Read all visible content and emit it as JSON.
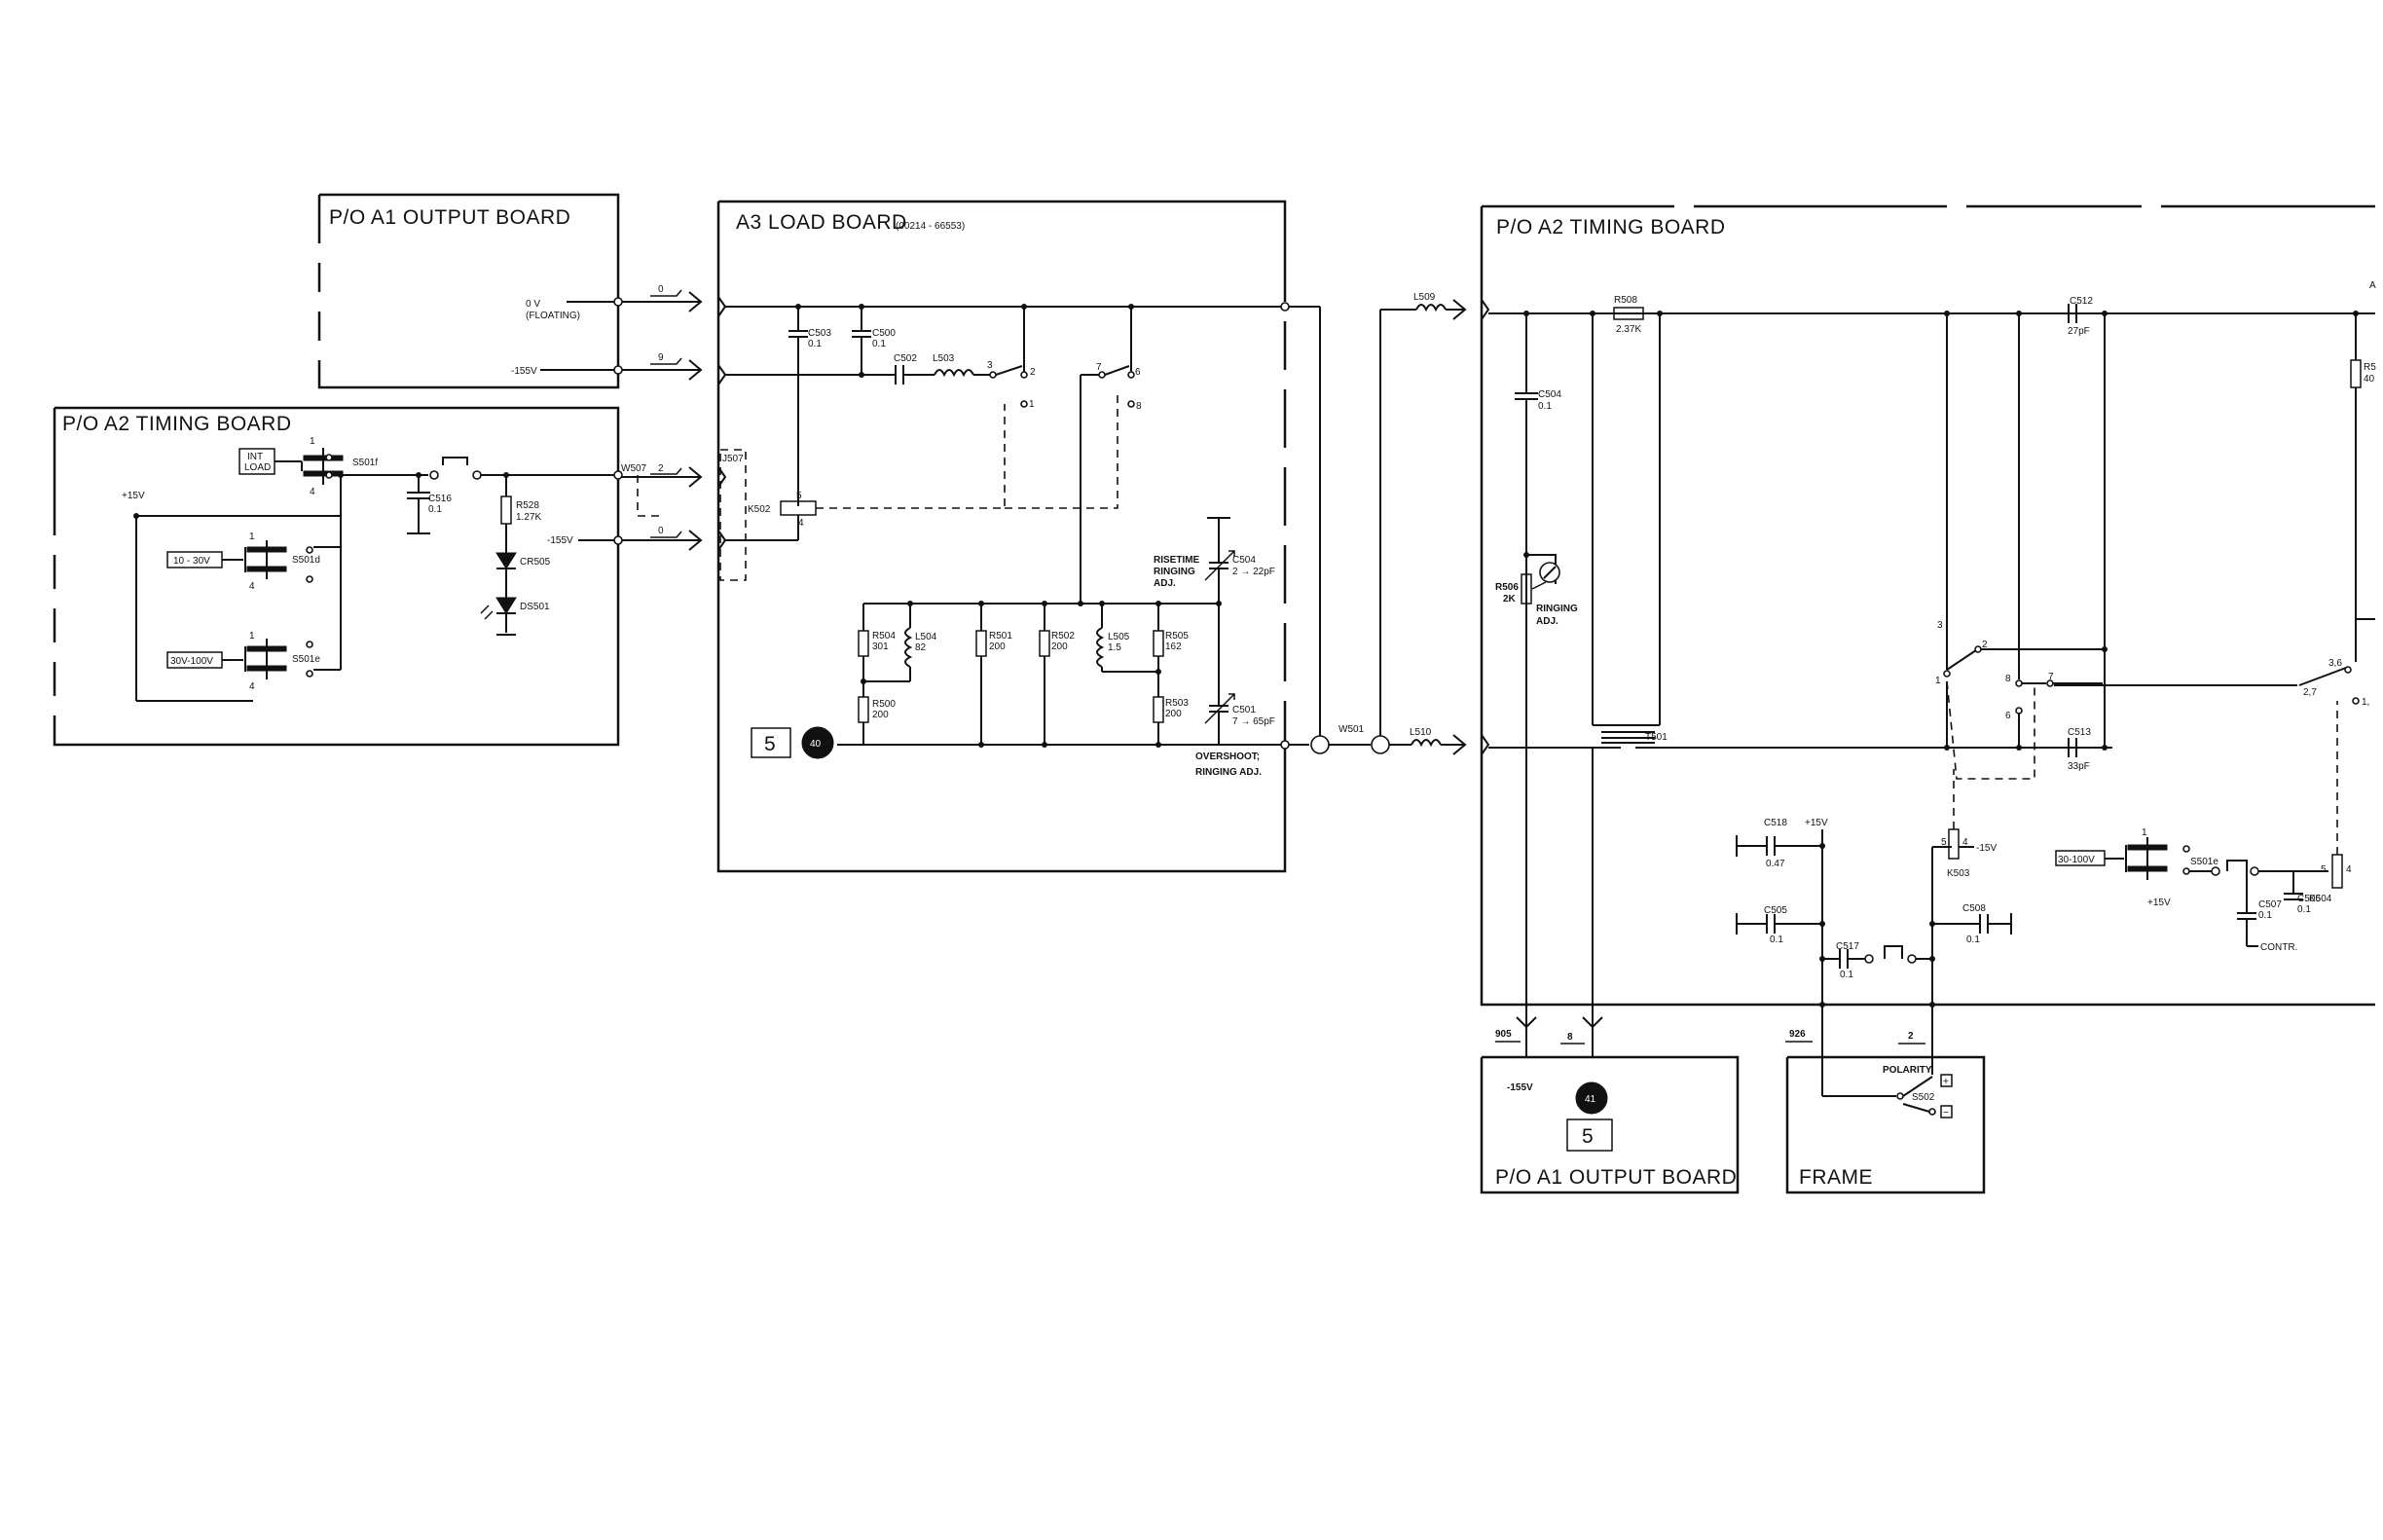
{
  "boards": {
    "a1_top": "P/O  A1  OUTPUT  BOARD",
    "a2_left": "P/O  A2  TIMING  BOARD",
    "a3": "A3  LOAD  BOARD",
    "a3_part": "(00214 - 66553)",
    "a2_right": "P/O  A2  TIMING  BOARD",
    "a1_bottom": "P/O  A1  OUTPUT  BOARD",
    "frame": "FRAME"
  },
  "a1_top": {
    "ov": "0 V",
    "floating": "(FLOATING)",
    "m155": "-155V",
    "w0": "0",
    "w9": "9"
  },
  "a2_left": {
    "int": "INT",
    "load": "LOAD",
    "s501f": "S501f",
    "p15": "+15V",
    "r1030": "10 - 30V",
    "s501d": "S501d",
    "r30100": "30V-100V",
    "s501e": "S501e",
    "c516": "C516",
    "c516v": "0.1",
    "r528": "R528",
    "r528v": "1.27K",
    "cr505": "CR505",
    "ds501": "DS501",
    "w507": "W507",
    "w507n": "2",
    "m155": "-155V",
    "w0": "0",
    "p1": "1",
    "p4": "4"
  },
  "a3": {
    "c503": "C503",
    "c503v": "0.1",
    "c500": "C500",
    "c500v": "0.1",
    "c502": "C502",
    "l503": "L503",
    "j507": "J507",
    "k502": "K502",
    "risetime1": "RISETIME",
    "risetime2": "RINGING",
    "risetime3": "ADJ.",
    "c504": "C504",
    "c504v": "2 → 22pF",
    "r504": "R504",
    "r504v": "301",
    "l504": "L504",
    "l504v": "82",
    "r501": "R501",
    "r501v": "200",
    "r502": "R502",
    "r502v": "200",
    "l505": "L505",
    "l505v": "1.5",
    "r505": "R505",
    "r505v": "162",
    "r500": "R500",
    "r500v": "200",
    "r503": "R503",
    "r503v": "200",
    "c501": "C501",
    "c501v": "7 → 65pF",
    "overshoot1": "OVERSHOOT;",
    "overshoot2": "RINGING ADJ.",
    "box_n": "5",
    "circle_n": "40",
    "p3": "3",
    "p2": "2",
    "p1": "1",
    "p7": "7",
    "p6": "6",
    "p8": "8",
    "p5": "5",
    "p4": "4"
  },
  "mid": {
    "l509": "L509",
    "w501": "W501",
    "l510": "L510"
  },
  "a2_right": {
    "r508": "R508",
    "r508v": "2.37K",
    "c512": "C512",
    "c512v": "27pF",
    "c504": "C504",
    "c504v": "0.1",
    "r506": "R506",
    "r506v": "2K",
    "ringing1": "RINGING",
    "ringing2": "ADJ.",
    "t501": "T501",
    "c513": "C513",
    "c513v": "33pF",
    "c518": "C518",
    "c518v": "0.47",
    "p15": "+15V",
    "c505": "C505",
    "c505v": "0.1",
    "c517": "C517",
    "c517v": "0.1",
    "k503": "K503",
    "m15": "-15V",
    "c508": "C508",
    "c508v": "0.1",
    "r30100": "30-100V",
    "s501e": "S501e",
    "p15b": "+15V",
    "c507": "C507",
    "c507v": "0.1",
    "c506": "C506",
    "c506v": "0.1",
    "k504": "K504",
    "contr": "CONTR.",
    "r5": "R5",
    "r5v": "40",
    "a": "A",
    "p3": "3",
    "p2": "2",
    "p1": "1",
    "p8": "8",
    "p7": "7",
    "p6": "6",
    "p36": "3,6",
    "p27": "2,7",
    "p1b": "1,",
    "p5": "5",
    "p4": "4"
  },
  "bottom": {
    "w905": "905",
    "w8": "8",
    "w926": "926",
    "w2": "2",
    "m155": "-155V",
    "circle_n": "41",
    "box_n": "5",
    "polarity": "POLARITY",
    "s502": "S502",
    "plus": "+",
    "minus": "−"
  }
}
